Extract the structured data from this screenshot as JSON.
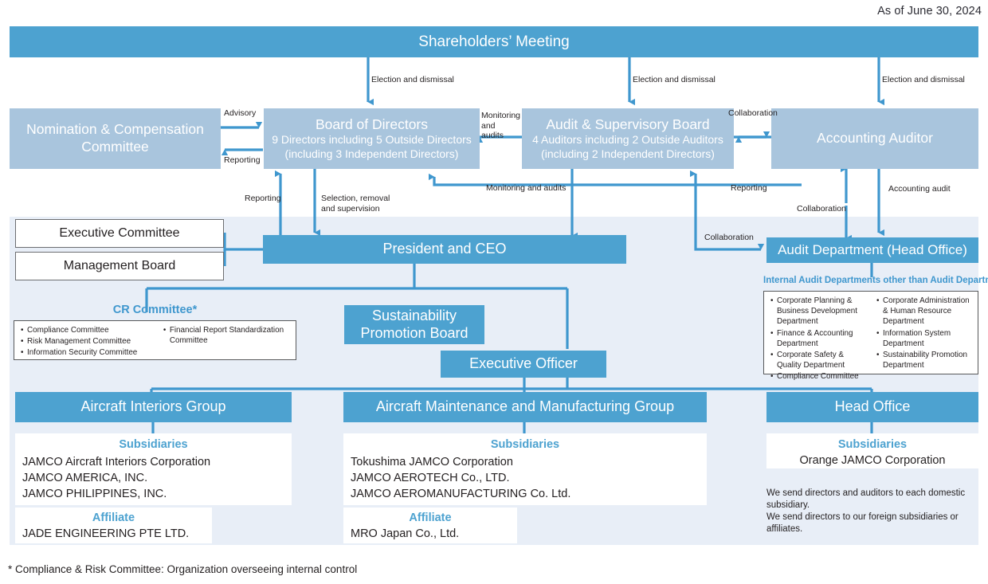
{
  "meta": {
    "as_of": "As of June 30, 2024"
  },
  "top": {
    "shareholders_meeting": "Shareholders’ Meeting"
  },
  "governance": {
    "nomination_committee": "Nomination & Compensation Committee",
    "board_of_directors": {
      "title": "Board of Directors",
      "line2": "9 Directors including 5 Outside Directors",
      "line3": "(including 3 Independent Directors)"
    },
    "audit_supervisory_board": {
      "title": "Audit & Supervisory Board",
      "line2": "4 Auditors including 2 Outside Auditors",
      "line3": "(including 2 Independent Directors)"
    },
    "accounting_auditor": "Accounting Auditor"
  },
  "connector_labels": {
    "election_1": "Election and dismissal",
    "election_2": "Election and dismissal",
    "election_3": "Election and dismissal",
    "advisory": "Advisory",
    "reporting_nomination": "Reporting",
    "monitoring_and_audits_short": "Monitoring\nand audits",
    "collaboration_top": "Collaboration",
    "reporting_president_board": "Reporting",
    "selection_removal": "Selection, removal\nand supervision",
    "monitoring_and_audits_mid": "Monitoring and audits",
    "reporting_asb": "Reporting",
    "accounting_audit": "Accounting audit",
    "collaboration_audit_dept": "Collaboration",
    "collaboration_asb_auditdept": "Collaboration"
  },
  "executive": {
    "executive_committee": "Executive Committee",
    "management_board": "Management Board",
    "president_ceo": "President and CEO",
    "sustainability_board": "Sustainability\nPromotion Board",
    "executive_officer": "Executive Officer",
    "cr_committee_title": "CR Committee*",
    "cr_committee_left": [
      "Compliance Committee",
      "Risk Management Committee",
      "Information Security Committee"
    ],
    "cr_committee_right": [
      "Financial Report Standardization Committee"
    ]
  },
  "audit_dept": {
    "title": "Audit Department (Head Office)",
    "internal_label": "Internal Audit Departments other than Audit Department",
    "left_items": [
      "Corporate Planning & Business Development Department",
      "Finance & Accounting Department",
      "Corporate Safety & Quality Department",
      "Compliance Committee"
    ],
    "right_items": [
      "Corporate Administration & Human Resource Department",
      "Information System Department",
      "Sustainability Promotion Department"
    ]
  },
  "groups": [
    {
      "name": "Aircraft Interiors Group",
      "subsidiaries_label": "Subsidiaries",
      "subsidiaries": [
        "JAMCO Aircraft Interiors Corporation",
        "JAMCO AMERICA, INC.",
        "JAMCO PHILIPPINES, INC."
      ],
      "affiliate_label": "Affiliate",
      "affiliates": [
        "JADE ENGINEERING PTE LTD."
      ]
    },
    {
      "name": "Aircraft Maintenance and Manufacturing Group",
      "subsidiaries_label": "Subsidiaries",
      "subsidiaries": [
        "Tokushima JAMCO Corporation",
        "JAMCO AEROTECH Co., LTD.",
        "JAMCO AEROMANUFACTURING Co. Ltd."
      ],
      "affiliate_label": "Affiliate",
      "affiliates": [
        "MRO Japan Co., Ltd."
      ]
    },
    {
      "name": "Head Office",
      "subsidiaries_label": "Subsidiaries",
      "subsidiaries": [
        "Orange JAMCO Corporation"
      ],
      "affiliate_label": "",
      "affiliates": []
    }
  ],
  "dispatch_note": "We send directors and auditors to each domestic subsidiary.\nWe send directors to our foreign subsidiaries or affiliates.",
  "footnote": "* Compliance & Risk Committee: Organization overseeing internal control",
  "colors": {
    "accent_blue": "#4da2d0",
    "gov_box": "#a9c5dd",
    "panel_bg": "#e8eef7",
    "line": "#3f97ce",
    "text": "#231f20"
  }
}
